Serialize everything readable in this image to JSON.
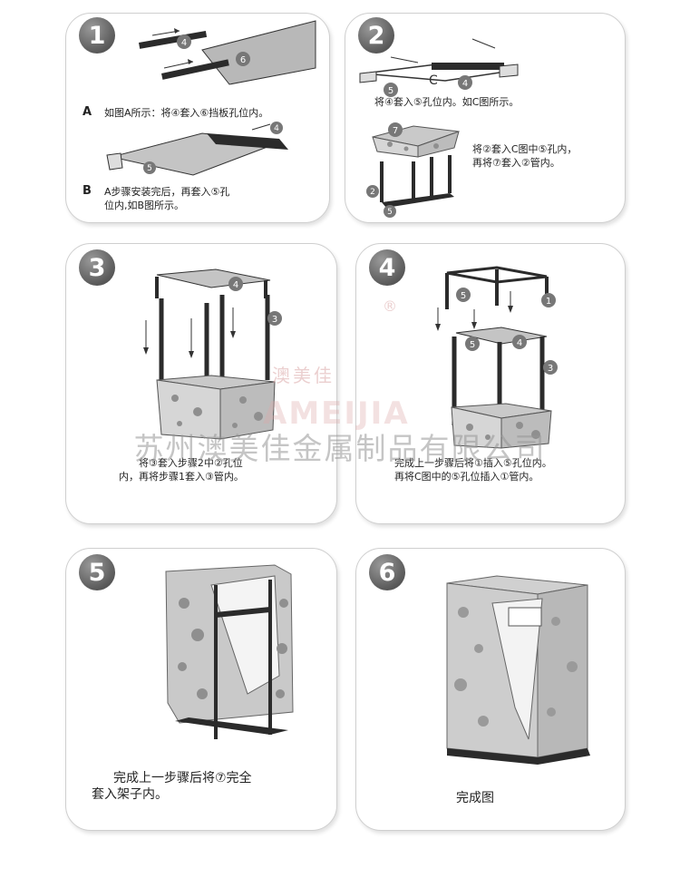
{
  "steps": [
    {
      "number": "1",
      "label_a": "A",
      "caption_a": "如图A所示：将④套入⑥挡板孔位内。",
      "label_b": "B",
      "caption_b_1": "A步骤安装完后，再套入⑤孔",
      "caption_b_2": "位内,如B图所示。",
      "part_labels": [
        "4",
        "6",
        "4",
        "5"
      ]
    },
    {
      "number": "2",
      "caption_1": "将④套入⑤孔位内。如C图所示。",
      "caption_2_1": "将②套入C图中⑤孔内，",
      "caption_2_2": "再将⑦套入②管内。",
      "part_labels": [
        "C",
        "5",
        "4",
        "7",
        "2",
        "5"
      ]
    },
    {
      "number": "3",
      "caption_1": "将③套入步骤2中②孔位",
      "caption_2": "内，再将步骤1套入③管内。",
      "part_labels": [
        "4",
        "3"
      ]
    },
    {
      "number": "4",
      "caption_1": "完成上一步骤后将①插入⑤孔位内。",
      "caption_2": "再将C图中的⑤孔位插入①管内。",
      "part_labels": [
        "5",
        "1",
        "5",
        "4",
        "3"
      ]
    },
    {
      "number": "5",
      "caption_1": "完成上一步骤后将⑦完全",
      "caption_2": "套入架子内。"
    },
    {
      "number": "6",
      "caption_1": "完成图"
    }
  ],
  "watermark": {
    "company": "苏州澳美佳金属制品有限公司",
    "brand": "澳美佳",
    "brand_latin": "AMEIJIA",
    "registered": "®"
  },
  "colors": {
    "frame": "#2b2b2b",
    "cloth": "#c9c9c9",
    "dots": "#8f8f8f"
  }
}
